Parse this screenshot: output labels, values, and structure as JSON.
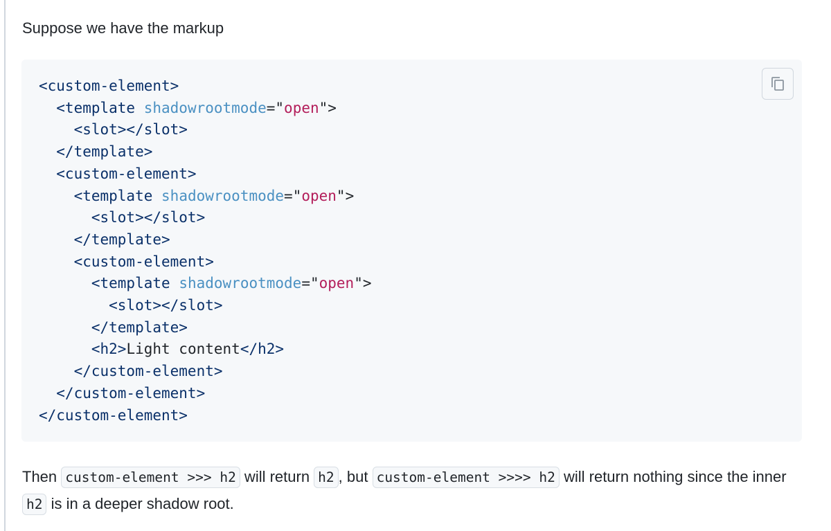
{
  "intro_text": "Suppose we have the markup",
  "code": {
    "lines": [
      [
        {
          "t": "tag",
          "v": "<custom-element>"
        }
      ],
      [
        {
          "t": "tag",
          "v": "  <template"
        },
        {
          "t": "punc",
          "v": " "
        },
        {
          "t": "attr",
          "v": "shadowrootmode"
        },
        {
          "t": "punc",
          "v": "=\""
        },
        {
          "t": "str",
          "v": "open"
        },
        {
          "t": "punc",
          "v": "\">"
        }
      ],
      [
        {
          "t": "tag",
          "v": "    <slot></slot>"
        }
      ],
      [
        {
          "t": "tag",
          "v": "  </template>"
        }
      ],
      [
        {
          "t": "tag",
          "v": "  <custom-element>"
        }
      ],
      [
        {
          "t": "tag",
          "v": "    <template"
        },
        {
          "t": "punc",
          "v": " "
        },
        {
          "t": "attr",
          "v": "shadowrootmode"
        },
        {
          "t": "punc",
          "v": "=\""
        },
        {
          "t": "str",
          "v": "open"
        },
        {
          "t": "punc",
          "v": "\">"
        }
      ],
      [
        {
          "t": "tag",
          "v": "      <slot></slot>"
        }
      ],
      [
        {
          "t": "tag",
          "v": "    </template>"
        }
      ],
      [
        {
          "t": "tag",
          "v": "    <custom-element>"
        }
      ],
      [
        {
          "t": "tag",
          "v": "      <template"
        },
        {
          "t": "punc",
          "v": " "
        },
        {
          "t": "attr",
          "v": "shadowrootmode"
        },
        {
          "t": "punc",
          "v": "=\""
        },
        {
          "t": "str",
          "v": "open"
        },
        {
          "t": "punc",
          "v": "\">"
        }
      ],
      [
        {
          "t": "tag",
          "v": "        <slot></slot>"
        }
      ],
      [
        {
          "t": "tag",
          "v": "      </template>"
        }
      ],
      [
        {
          "t": "tag",
          "v": "      <h2>"
        },
        {
          "t": "punc",
          "v": "Light content"
        },
        {
          "t": "tag",
          "v": "</h2>"
        }
      ],
      [
        {
          "t": "tag",
          "v": "    </custom-element>"
        }
      ],
      [
        {
          "t": "tag",
          "v": "  </custom-element>"
        }
      ],
      [
        {
          "t": "tag",
          "v": "</custom-element>"
        }
      ]
    ],
    "copy_icon": "copy-icon"
  },
  "paragraph": {
    "p1": "Then ",
    "code1": "custom-element >>> h2",
    "p2": " will return ",
    "code2": "h2",
    "p3": ", but ",
    "code3": "custom-element >>>> h2",
    "p4": " will return nothing since the inner ",
    "code4": "h2",
    "p5": " is in a deeper shadow root."
  },
  "colors": {
    "tag": "#0a3069",
    "attribute": "#4a90c2",
    "string": "#b31d5a",
    "code_background": "#f6f8fa"
  }
}
